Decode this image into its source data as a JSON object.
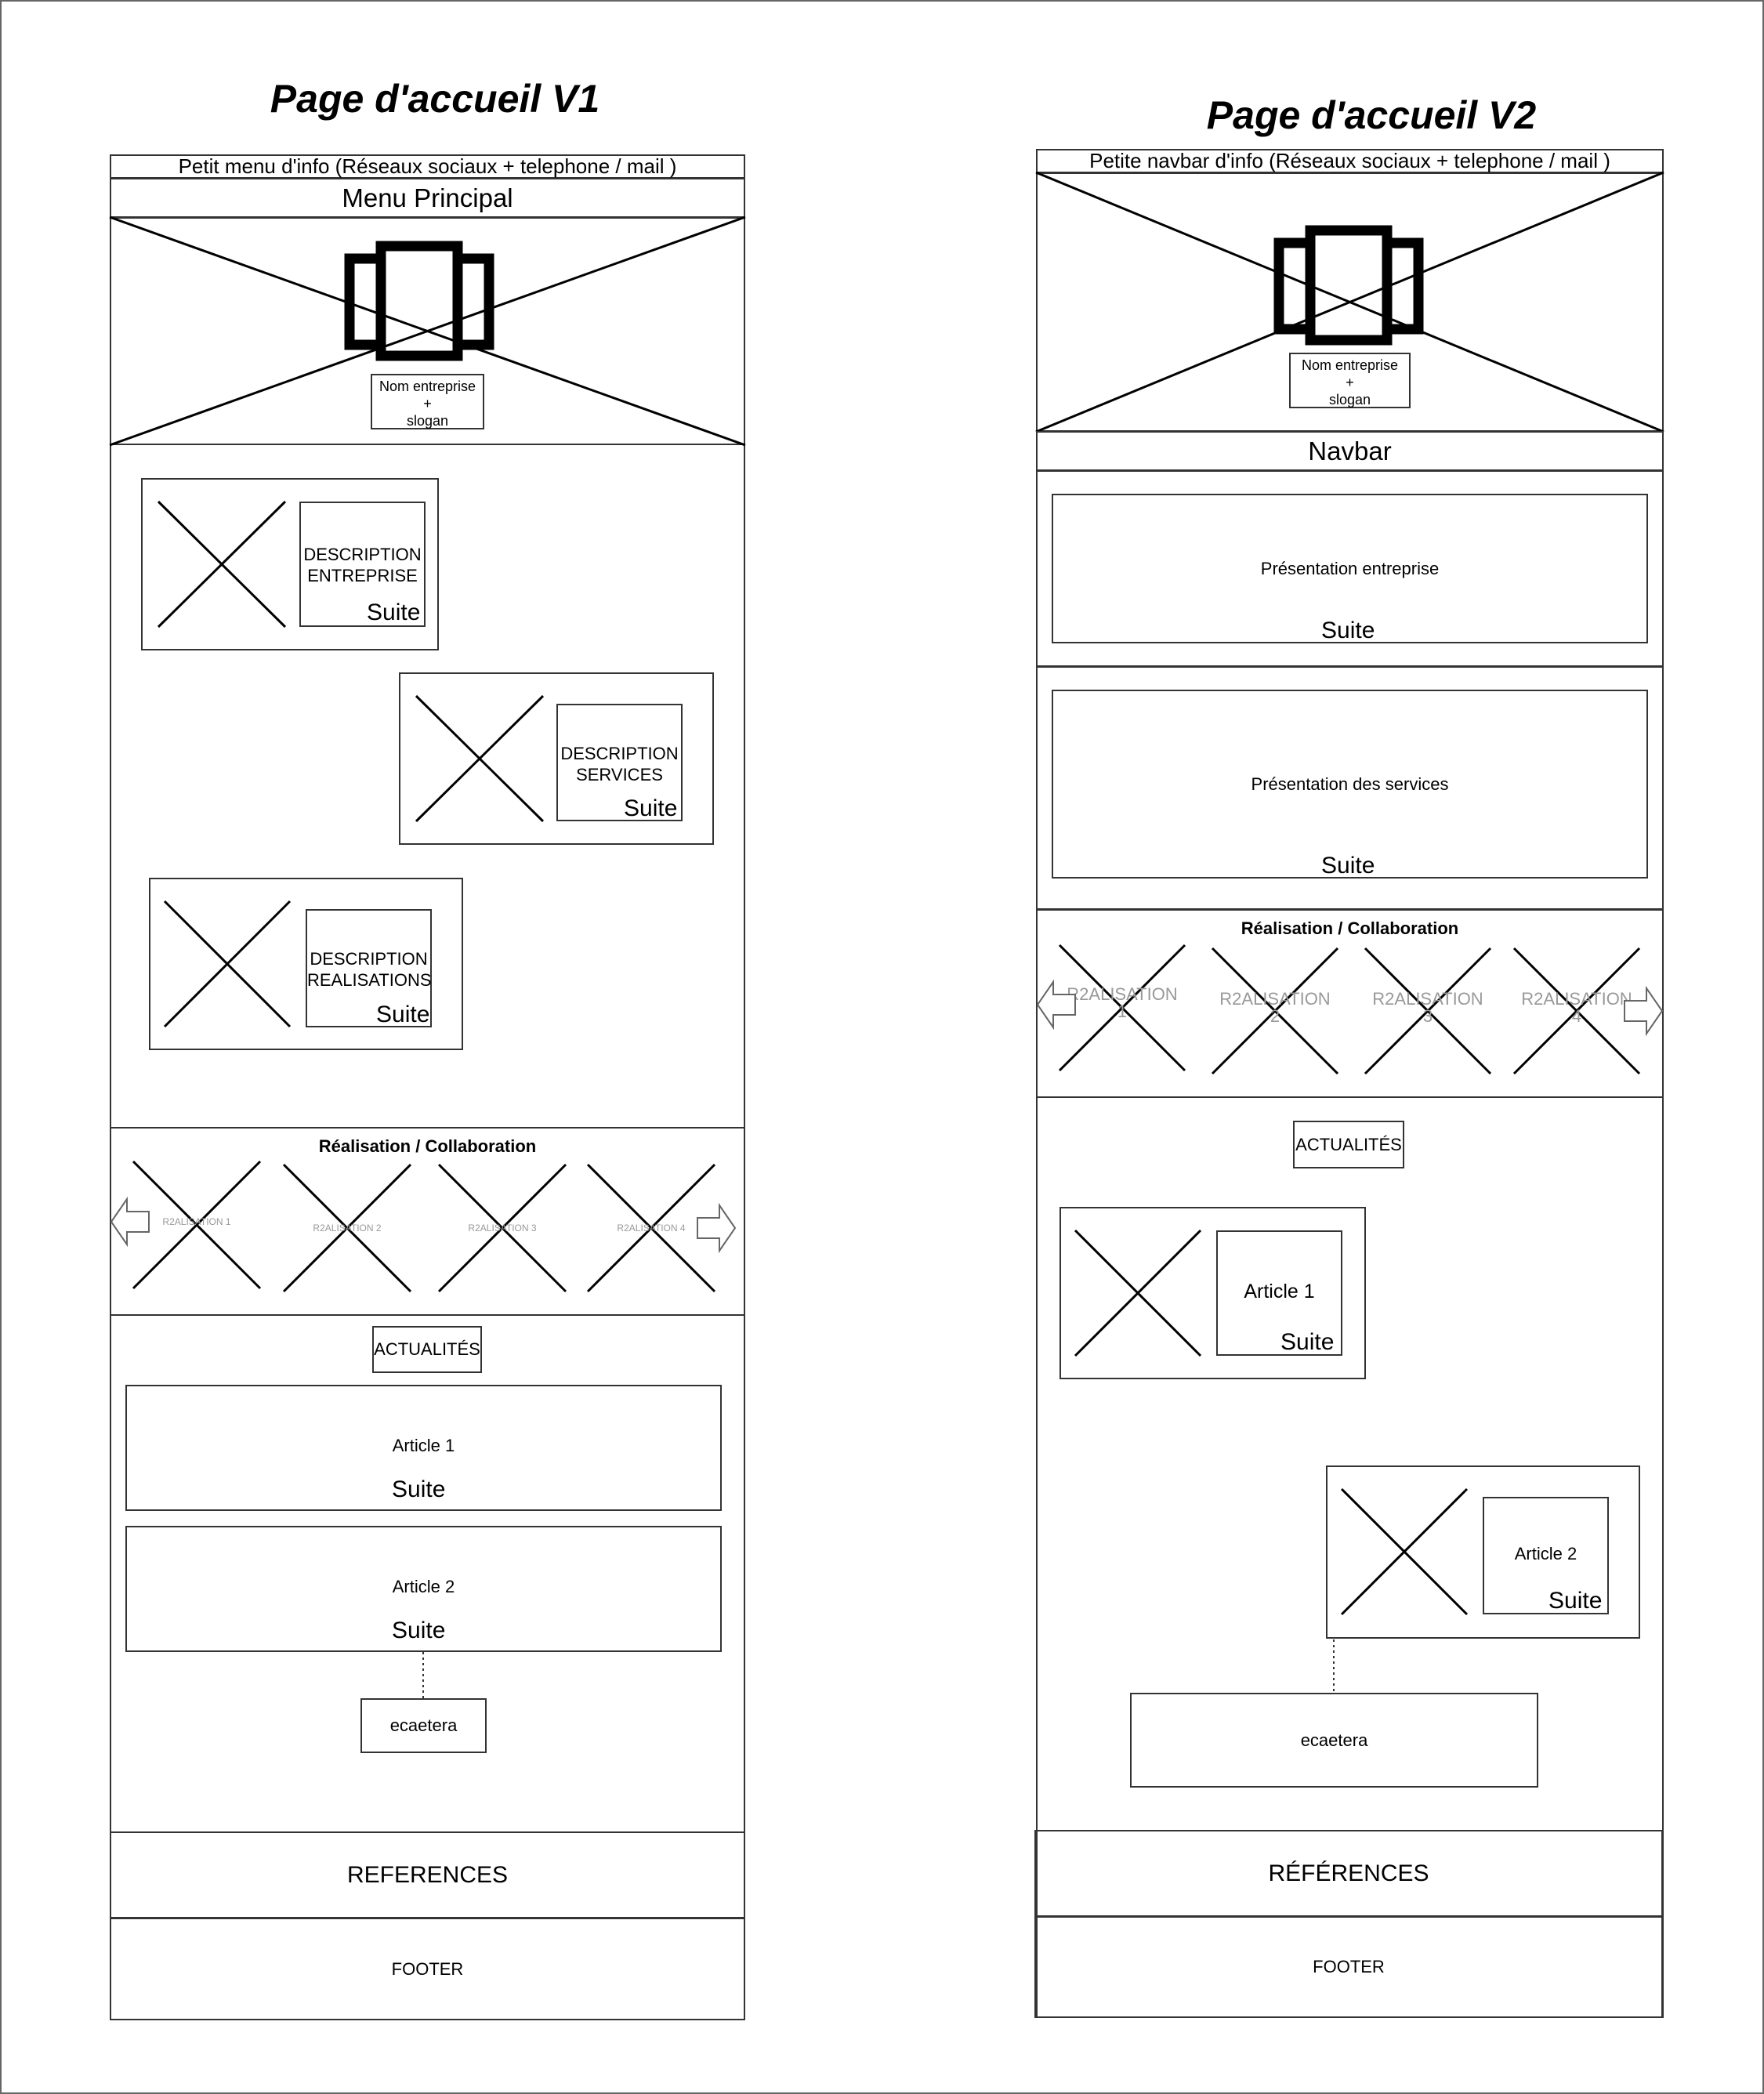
{
  "v1": {
    "title": "Page d'accueil V1",
    "info_bar": "Petit menu d'info (Réseaux sociaux + telephone / mail )",
    "main_menu": "Menu Principal",
    "hero_caption": [
      "Nom entreprise",
      "+",
      "slogan"
    ],
    "blocks": [
      {
        "label_lines": [
          "DESCRIPTION",
          "ENTREPRISE"
        ],
        "more": "Suite"
      },
      {
        "label_lines": [
          "DESCRIPTION",
          "SERVICES"
        ],
        "more": "Suite"
      },
      {
        "label_lines": [
          "DESCRIPTION",
          "REALISATIONS"
        ],
        "more": "Suite"
      }
    ],
    "carousel_title": "Réalisation / Collaboration",
    "carousel_items": [
      "R2ALISATION 1",
      "R2ALISATION 2",
      "R2ALISATION 3",
      "R2ALISATION 4"
    ],
    "news_title": "ACTUALITÉS",
    "articles": [
      {
        "title": "Article 1",
        "more": "Suite"
      },
      {
        "title": "Article 2",
        "more": "Suite"
      }
    ],
    "etc": "ecaetera",
    "references": "REFERENCES",
    "footer": "FOOTER"
  },
  "v2": {
    "title": "Page d'accueil V2",
    "info_bar": "Petite navbar d'info (Réseaux sociaux + telephone / mail )",
    "hero_caption": [
      "Nom entreprise",
      "+",
      "slogan"
    ],
    "navbar": "Navbar",
    "presentations": [
      {
        "title": "Présentation entreprise",
        "more": "Suite"
      },
      {
        "title": "Présentation des services",
        "more": "Suite"
      }
    ],
    "carousel_title": "Réalisation / Collaboration",
    "carousel_items": [
      {
        "line1": "R2ALISATION",
        "line2": "1"
      },
      {
        "line1": "R2ALISATION",
        "line2": "2"
      },
      {
        "line1": "R2ALISATION",
        "line2": "3"
      },
      {
        "line1": "R2ALISATION",
        "line2": "4"
      }
    ],
    "news_title": "ACTUALITÉS",
    "articles": [
      {
        "title": "Article 1",
        "more": "Suite"
      },
      {
        "title": "Article 2",
        "more": "Suite"
      }
    ],
    "etc": "ecaetera",
    "references": "RÉFÉRENCES",
    "footer": "FOOTER"
  }
}
